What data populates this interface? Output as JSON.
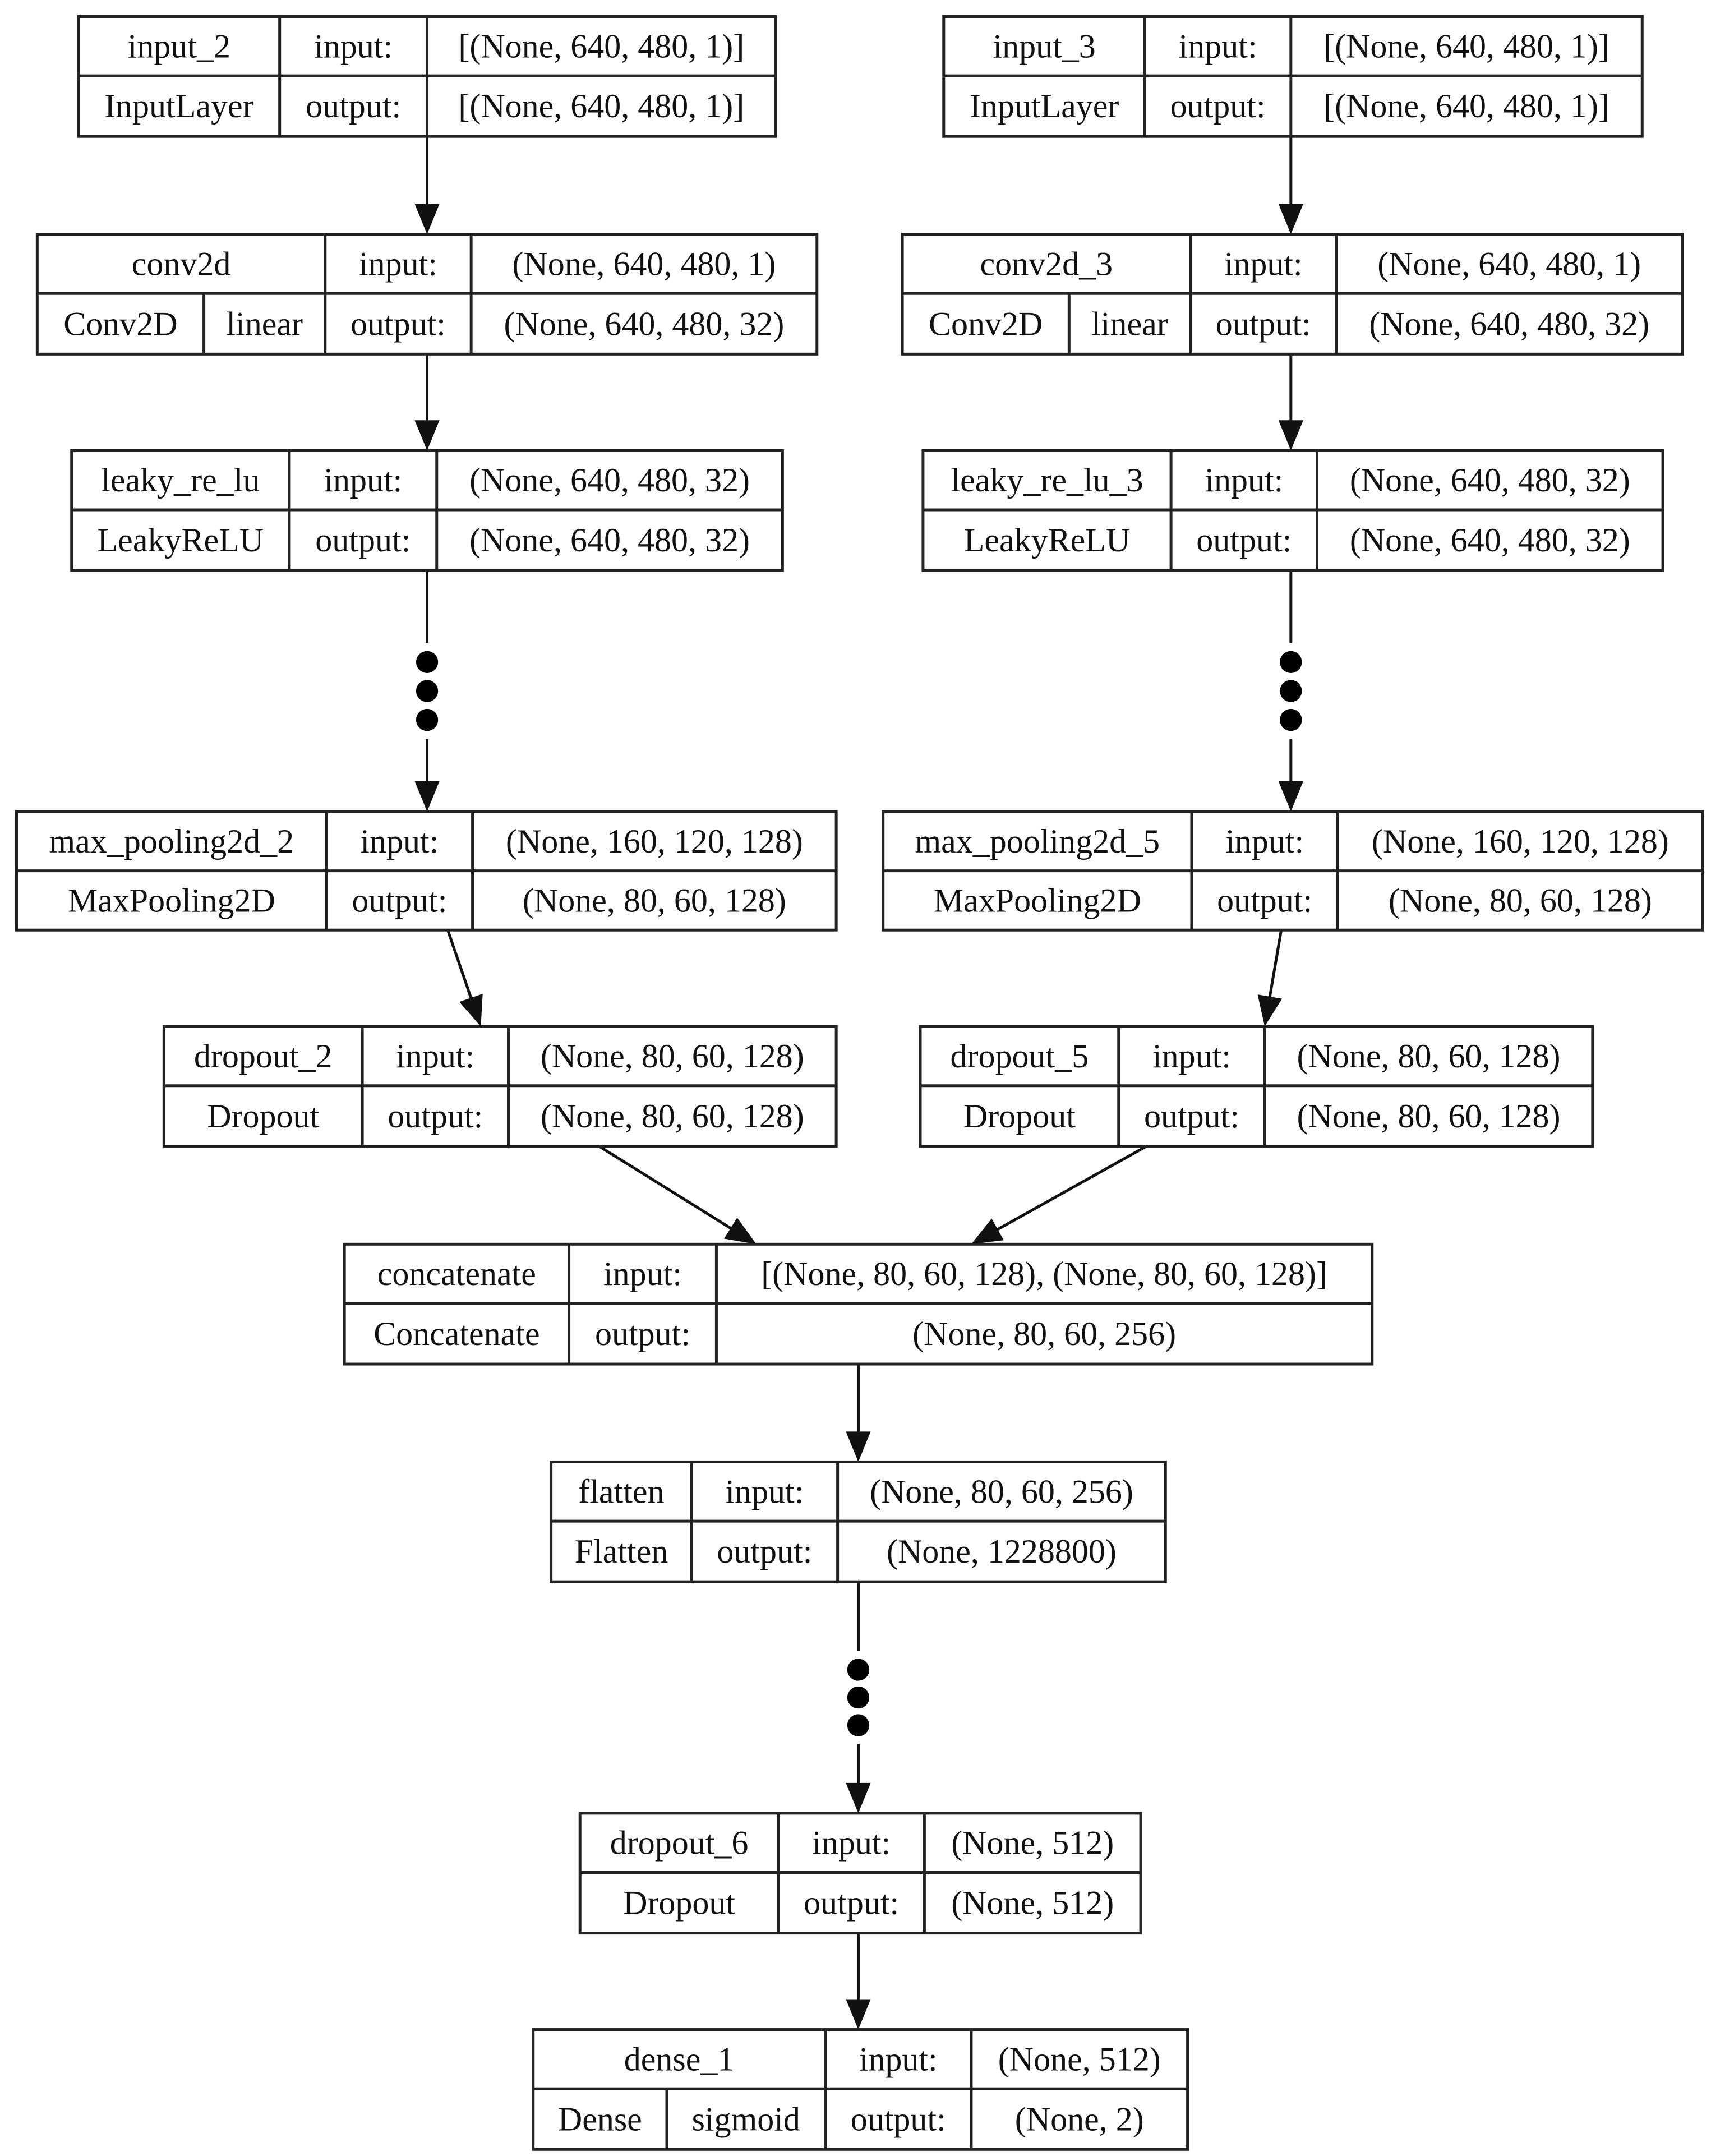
{
  "nodes": [
    {
      "id": "input_2",
      "name": "input_2",
      "type": "InputLayer",
      "activation": "",
      "input_label": "input:",
      "output_label": "output:",
      "input_shape": "[(None, 640, 480, 1)]",
      "output_shape": "[(None, 640, 480, 1)]"
    },
    {
      "id": "conv2d",
      "name": "conv2d",
      "type": "Conv2D",
      "activation": "linear",
      "input_label": "input:",
      "output_label": "output:",
      "input_shape": "(None, 640, 480, 1)",
      "output_shape": "(None, 640, 480, 32)"
    },
    {
      "id": "leaky_re_lu",
      "name": "leaky_re_lu",
      "type": "LeakyReLU",
      "activation": "",
      "input_label": "input:",
      "output_label": "output:",
      "input_shape": "(None, 640, 480, 32)",
      "output_shape": "(None, 640, 480, 32)"
    },
    {
      "id": "max_pooling2d_2",
      "name": "max_pooling2d_2",
      "type": "MaxPooling2D",
      "activation": "",
      "input_label": "input:",
      "output_label": "output:",
      "input_shape": "(None, 160, 120, 128)",
      "output_shape": "(None, 80, 60, 128)"
    },
    {
      "id": "dropout_2",
      "name": "dropout_2",
      "type": "Dropout",
      "activation": "",
      "input_label": "input:",
      "output_label": "output:",
      "input_shape": "(None, 80, 60, 128)",
      "output_shape": "(None, 80, 60, 128)"
    },
    {
      "id": "input_3",
      "name": "input_3",
      "type": "InputLayer",
      "activation": "",
      "input_label": "input:",
      "output_label": "output:",
      "input_shape": "[(None, 640, 480, 1)]",
      "output_shape": "[(None, 640, 480, 1)]"
    },
    {
      "id": "conv2d_3",
      "name": "conv2d_3",
      "type": "Conv2D",
      "activation": "linear",
      "input_label": "input:",
      "output_label": "output:",
      "input_shape": "(None, 640, 480, 1)",
      "output_shape": "(None, 640, 480, 32)"
    },
    {
      "id": "leaky_re_lu_3",
      "name": "leaky_re_lu_3",
      "type": "LeakyReLU",
      "activation": "",
      "input_label": "input:",
      "output_label": "output:",
      "input_shape": "(None, 640, 480, 32)",
      "output_shape": "(None, 640, 480, 32)"
    },
    {
      "id": "max_pooling2d_5",
      "name": "max_pooling2d_5",
      "type": "MaxPooling2D",
      "activation": "",
      "input_label": "input:",
      "output_label": "output:",
      "input_shape": "(None, 160, 120, 128)",
      "output_shape": "(None, 80, 60, 128)"
    },
    {
      "id": "dropout_5",
      "name": "dropout_5",
      "type": "Dropout",
      "activation": "",
      "input_label": "input:",
      "output_label": "output:",
      "input_shape": "(None, 80, 60, 128)",
      "output_shape": "(None, 80, 60, 128)"
    },
    {
      "id": "concatenate",
      "name": "concatenate",
      "type": "Concatenate",
      "activation": "",
      "input_label": "input:",
      "output_label": "output:",
      "input_shape": "[(None, 80, 60, 128), (None, 80, 60, 128)]",
      "output_shape": "(None, 80, 60, 256)"
    },
    {
      "id": "flatten",
      "name": "flatten",
      "type": "Flatten",
      "activation": "",
      "input_label": "input:",
      "output_label": "output:",
      "input_shape": "(None, 80, 60, 256)",
      "output_shape": "(None, 1228800)"
    },
    {
      "id": "dropout_6",
      "name": "dropout_6",
      "type": "Dropout",
      "activation": "",
      "input_label": "input:",
      "output_label": "output:",
      "input_shape": "(None, 512)",
      "output_shape": "(None, 512)"
    },
    {
      "id": "dense_1",
      "name": "dense_1",
      "type": "Dense",
      "activation": "sigmoid",
      "input_label": "input:",
      "output_label": "output:",
      "input_shape": "(None, 512)",
      "output_shape": "(None, 2)"
    }
  ],
  "edges": [
    {
      "from": "input_2",
      "to": "conv2d",
      "elided": false
    },
    {
      "from": "conv2d",
      "to": "leaky_re_lu",
      "elided": false
    },
    {
      "from": "leaky_re_lu",
      "to": "max_pooling2d_2",
      "elided": true
    },
    {
      "from": "max_pooling2d_2",
      "to": "dropout_2",
      "elided": false
    },
    {
      "from": "dropout_2",
      "to": "concatenate",
      "elided": false
    },
    {
      "from": "input_3",
      "to": "conv2d_3",
      "elided": false
    },
    {
      "from": "conv2d_3",
      "to": "leaky_re_lu_3",
      "elided": false
    },
    {
      "from": "leaky_re_lu_3",
      "to": "max_pooling2d_5",
      "elided": true
    },
    {
      "from": "max_pooling2d_5",
      "to": "dropout_5",
      "elided": false
    },
    {
      "from": "dropout_5",
      "to": "concatenate",
      "elided": false
    },
    {
      "from": "concatenate",
      "to": "flatten",
      "elided": false
    },
    {
      "from": "flatten",
      "to": "dropout_6",
      "elided": true
    },
    {
      "from": "dropout_6",
      "to": "dense_1",
      "elided": false
    }
  ]
}
